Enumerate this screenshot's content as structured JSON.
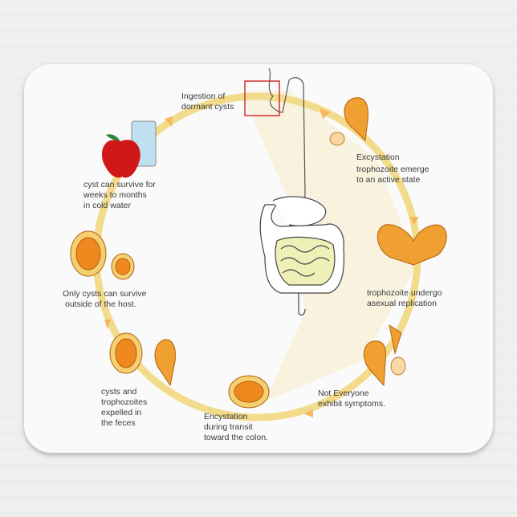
{
  "labels": {
    "ingestion": [
      "Ingestion of",
      "dormant cysts"
    ],
    "excystation": [
      "Excystation",
      "trophozoite emerge",
      "to an active state"
    ],
    "replication": [
      "trophozoite undergo",
      "asexual replication"
    ],
    "symptoms": [
      "Not Everyone",
      "exhibit symptoms."
    ],
    "encystation": [
      "Encystation",
      "during transit",
      "toward the colon."
    ],
    "expelled": [
      "cysts and",
      "trophozoites",
      "expelled in",
      "the feces"
    ],
    "survive_host": [
      "Only cysts can survive",
      "outside of the host."
    ],
    "cold_water": [
      "cyst can survive for",
      "weeks to months",
      "in cold water"
    ]
  },
  "colors": {
    "cycle_ring": "#f2dc8c",
    "organism": "#f0a030",
    "apple": "#d01818",
    "highlight_box": "#d03030"
  }
}
